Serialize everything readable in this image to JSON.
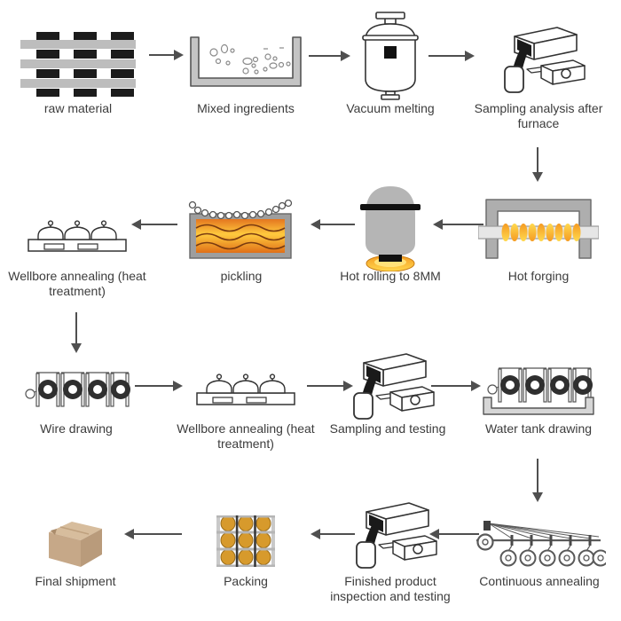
{
  "diagram": {
    "type": "process-flow",
    "rows": 4,
    "flow_direction_by_row": [
      "right",
      "left",
      "right",
      "left"
    ]
  },
  "steps": {
    "raw_material": "raw material",
    "mixed_ingredients": "Mixed ingredients",
    "vacuum_melting": "Vacuum melting",
    "sampling_analysis": "Sampling analysis after furnace",
    "hot_forging": "Hot forging",
    "hot_rolling": "Hot rolling to 8MM",
    "pickling": "pickling",
    "wellbore_annealing_1": "Wellbore annealing (heat treatment)",
    "wire_drawing": "Wire drawing",
    "wellbore_annealing_2": "Wellbore annealing (heat treatment)",
    "sampling_testing": "Sampling and testing",
    "water_tank_drawing": "Water tank drawing",
    "continuous_annealing": "Continuous annealing",
    "finished_inspection": "Finished product inspection and testing",
    "packing": "Packing",
    "final_shipment": "Final shipment"
  },
  "arrows": [
    {
      "from": "raw material",
      "to": "Mixed ingredients"
    },
    {
      "from": "Mixed ingredients",
      "to": "Vacuum melting"
    },
    {
      "from": "Vacuum melting",
      "to": "Sampling analysis after furnace"
    },
    {
      "from": "Sampling analysis after furnace",
      "to": "Hot forging"
    },
    {
      "from": "Hot forging",
      "to": "Hot rolling to 8MM"
    },
    {
      "from": "Hot rolling to 8MM",
      "to": "pickling"
    },
    {
      "from": "pickling",
      "to": "Wellbore annealing (heat treatment)"
    },
    {
      "from": "Wellbore annealing (heat treatment)",
      "to": "Wire drawing"
    },
    {
      "from": "Wire drawing",
      "to": "Wellbore annealing (heat treatment)"
    },
    {
      "from": "Wellbore annealing (heat treatment)",
      "to": "Sampling and testing"
    },
    {
      "from": "Sampling and testing",
      "to": "Water tank drawing"
    },
    {
      "from": "Water tank drawing",
      "to": "Continuous annealing"
    },
    {
      "from": "Continuous annealing",
      "to": "Finished product inspection and testing"
    },
    {
      "from": "Finished product inspection and testing",
      "to": "Packing"
    },
    {
      "from": "Packing",
      "to": "Final shipment"
    }
  ],
  "icons": {
    "raw_material": "stacked-bars-icon",
    "mixed_ingredients": "mixing-tub-icon",
    "vacuum_melting": "vacuum-vessel-icon",
    "sampling_analysis": "pouring-crucible-icon",
    "hot_forging": "furnace-coil-icon",
    "hot_rolling": "heated-vessel-flame-icon",
    "pickling": "acid-bath-icon",
    "wellbore_annealing": "annealing-furnace-icon",
    "wire_drawing": "die-chain-icon",
    "sampling_testing": "pouring-crucible-icon",
    "water_tank_drawing": "die-chain-tank-icon",
    "continuous_annealing": "payoff-line-icon",
    "finished_inspection": "pouring-crucible-icon",
    "packing": "coil-rack-icon",
    "final_shipment": "cardboard-box-icon"
  },
  "colors": {
    "background": "#ffffff",
    "text": "#3c3c3c",
    "arrow": "#4f4f4f",
    "outline": "#333333",
    "metal_gray": "#b8b8b8",
    "flame_orange": "#f59b22",
    "flame_yellow": "#ffd94f",
    "acid_orange": "#e4761f",
    "acid_yellow": "#ffca3e",
    "coil_gold": "#d79a2c",
    "cardboard_top": "#d7bd9d",
    "cardboard_front": "#c6a888",
    "cardboard_side": "#b99b7b"
  }
}
